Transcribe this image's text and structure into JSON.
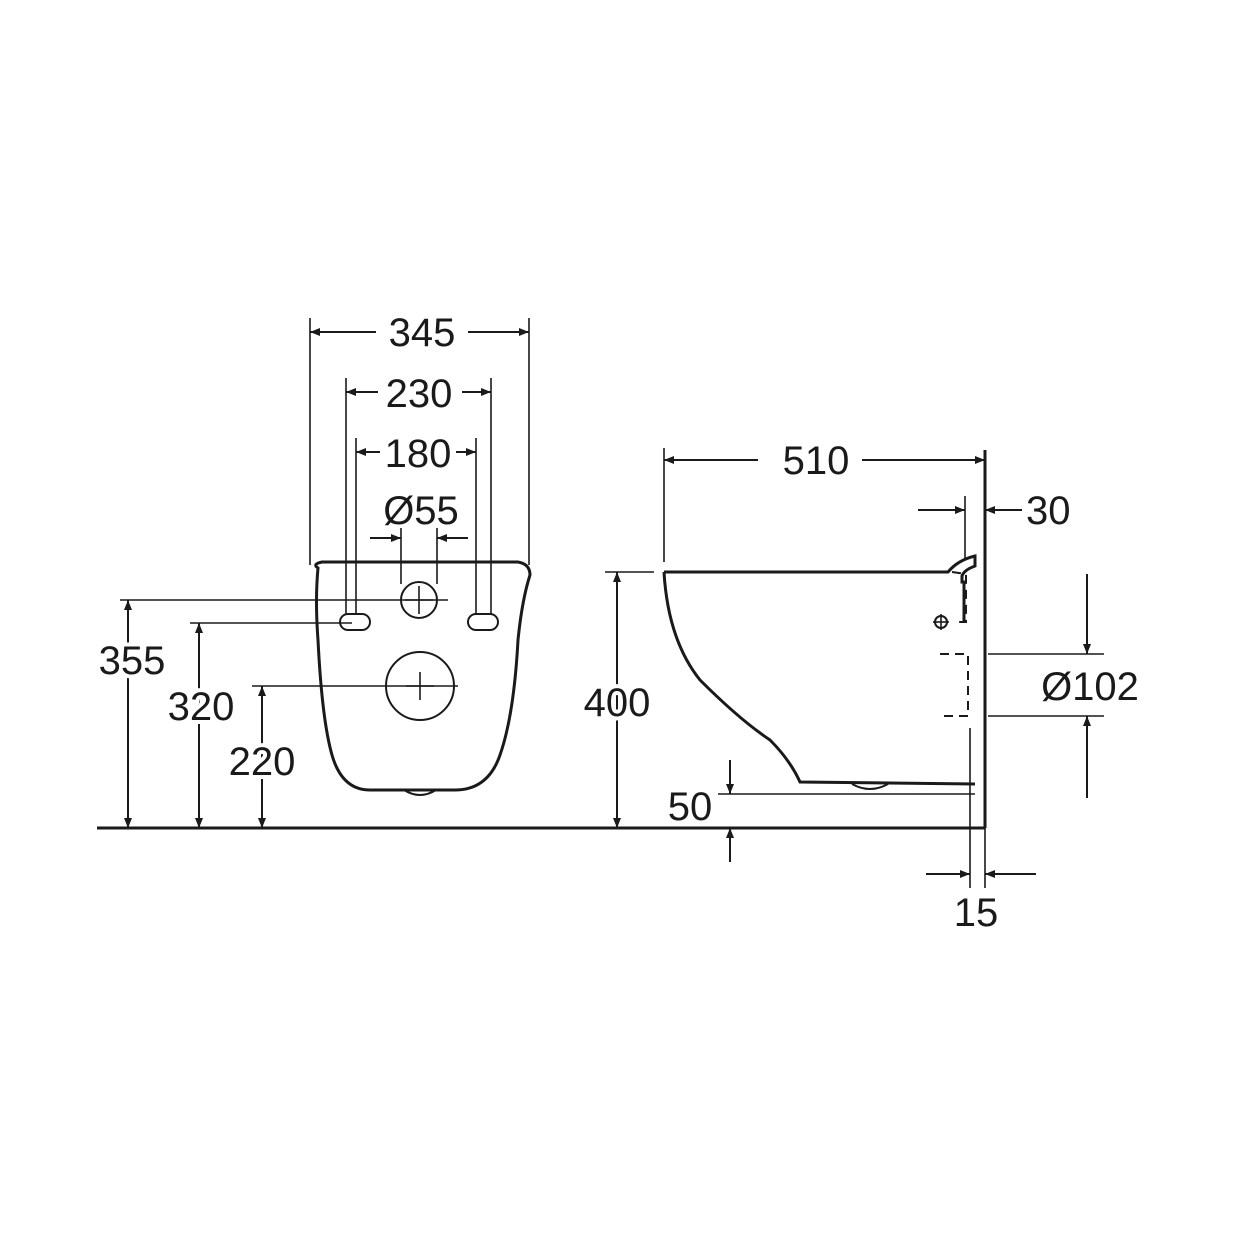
{
  "drawing": {
    "front_view": {
      "width_outer": "345",
      "width_fixing_outer": "230",
      "width_fixing_inner": "180",
      "water_inlet_diameter": "Ø55",
      "height_top": "355",
      "height_fixing": "320",
      "height_outlet": "220"
    },
    "side_view": {
      "depth": "510",
      "rear_offset": "30",
      "height": "400",
      "outlet_diameter": "Ø102",
      "foot_gap": "50",
      "wall_gap": "15"
    }
  }
}
